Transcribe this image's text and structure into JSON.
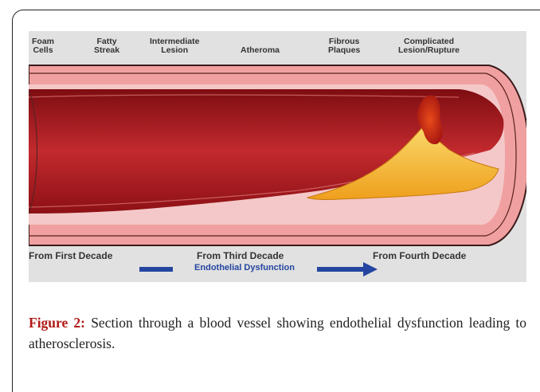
{
  "stages": [
    {
      "line1": "Foam",
      "line2": "Cells"
    },
    {
      "line1": "Fatty",
      "line2": "Streak"
    },
    {
      "line1": "Intermediate",
      "line2": "Lesion"
    },
    {
      "line1": "Atheroma",
      "line2": ""
    },
    {
      "line1": "Fibrous",
      "line2": "Plaques"
    },
    {
      "line1": "Complicated",
      "line2": "Lesion/Rupture"
    }
  ],
  "decades": {
    "first": "From First Decade",
    "third": "From Third Decade",
    "fourth": "From Fourth Decade"
  },
  "timeline_label": "Endothelial Dysfunction",
  "caption": {
    "label": "Figure 2:",
    "text": " Section through a blood vessel showing endothelial dysfunction leading to atherosclerosis."
  },
  "colors": {
    "vessel_outer": "#f0a0a0",
    "lumen": "#a3161c",
    "intima": "#f4c8c8",
    "plaque": "#f5b62c",
    "arrow": "#2546a0",
    "caption_label": "#b01a15"
  }
}
